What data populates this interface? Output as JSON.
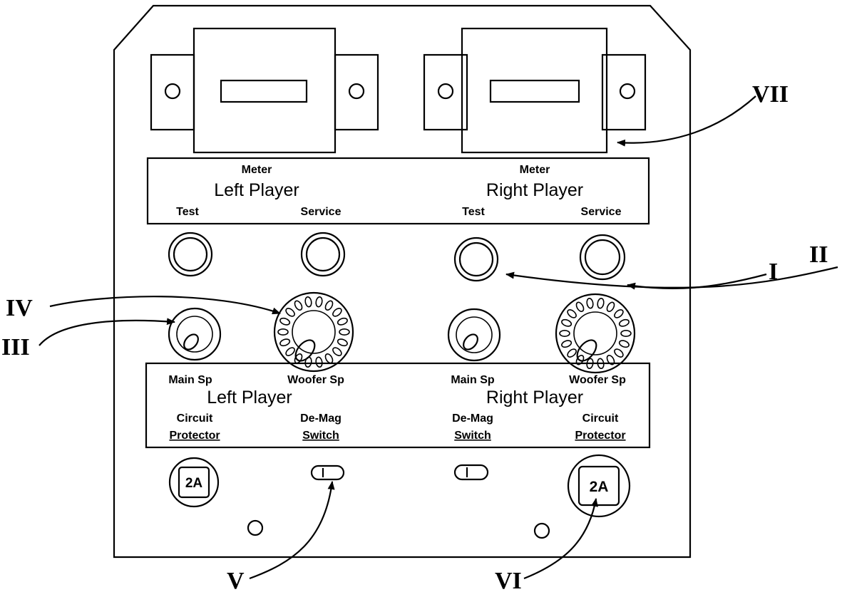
{
  "upper_panel": {
    "left": {
      "meter": "Meter",
      "player": "Left Player",
      "test": "Test",
      "service": "Service"
    },
    "right": {
      "meter": "Meter",
      "player": "Right Player",
      "test": "Test",
      "service": "Service"
    }
  },
  "lower_panel": {
    "left": {
      "main_sp": "Main Sp",
      "woofer_sp": "Woofer Sp",
      "player": "Left Player",
      "circuit": "Circuit",
      "protector": "Protector",
      "demag": "De-Mag",
      "switch": "Switch"
    },
    "right": {
      "main_sp": "Main Sp",
      "woofer_sp": "Woofer Sp",
      "player": "Right Player",
      "circuit": "Circuit",
      "protector": "Protector",
      "demag": "De-Mag",
      "switch": "Switch"
    }
  },
  "breakers": {
    "left": "2A",
    "right": "2A"
  },
  "callouts": {
    "i": "I",
    "ii": "II",
    "iii": "III",
    "iv": "IV",
    "v": "V",
    "vi": "VI",
    "vii": "VII"
  }
}
